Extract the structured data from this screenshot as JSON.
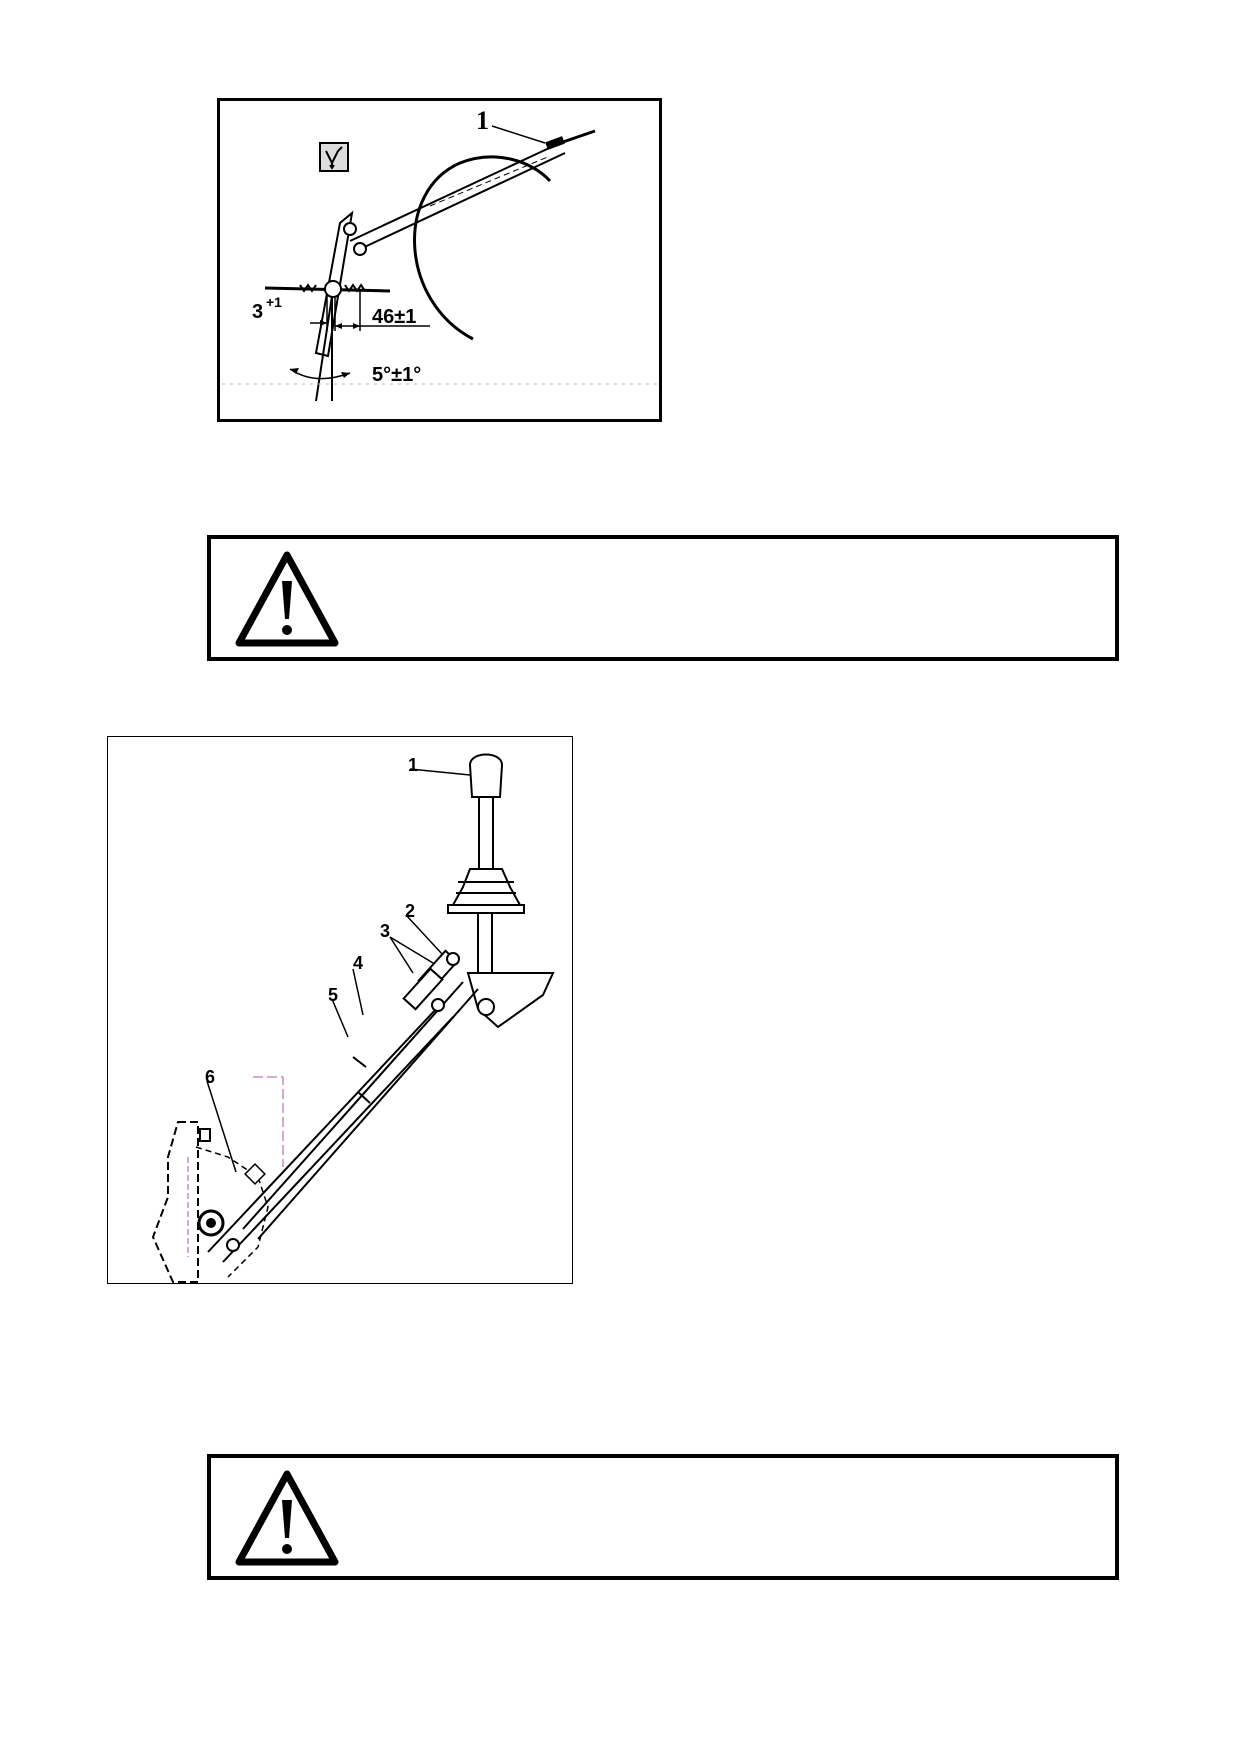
{
  "figure1": {
    "callout_1": "1",
    "dim_offset": "3",
    "dim_offset_tol": "+1",
    "dim_length": "46±1",
    "dim_angle": "5°±1°"
  },
  "warning1": {
    "icon": "warning-triangle-icon",
    "text": ""
  },
  "figure2": {
    "callouts": [
      "1",
      "2",
      "3",
      "4",
      "5",
      "6"
    ]
  },
  "warning2": {
    "icon": "warning-triangle-icon",
    "text": ""
  }
}
